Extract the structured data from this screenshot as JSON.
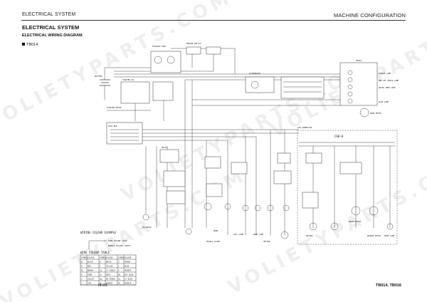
{
  "header": {
    "left": "ELECTRICAL SYSTEM",
    "right": "MACHINE CONFIGURATION"
  },
  "section_title": "ELECTRICAL SYSTEM",
  "subtitle": "ELECTRICAL WIRING DIAGRAM",
  "model_label": "TB014",
  "footer": {
    "page": "III-03",
    "models": "TB014, TB016"
  },
  "watermark": "VOLIETYPARTS.COM",
  "diagram": {
    "battery": "BATTERY",
    "starter": "STARTER SW",
    "fuse_box": "FUSE BOX",
    "starter_motor": "STARTER MOTOR",
    "fusible_link": "FUSIBLE LINK",
    "engine_switch": "ENGINE SWITCH",
    "alternator": "ALTERNATOR",
    "charge_lamp": "CHARGE LAMP",
    "oil_press_lamp": "ENG OIL PRESS LAMP",
    "water_temp_lamp": "WATER TEMP LAMP",
    "glow_lamp": "GLOW LAMP",
    "hour_meter": "HOUR METER",
    "cab": "CAB-B",
    "cab_connector": "CAB CONNECTOR",
    "horn": "HORN",
    "travel_alarm": "TRAVEL ALARM",
    "tail_lamp": "TAIL LAMP",
    "work_lamp": "WORK LAMP",
    "wiper_motor": "WIPER MOTOR",
    "washer_motor": "WASHER MOTOR",
    "heater": "HEATER",
    "room_lamp": "ROOM LAMP",
    "relay": "RELAY",
    "solenoid": "SOLENOID",
    "option": "OPTION",
    "marker": "TB014"
  },
  "legend": {
    "title": "WIRING COLOUR EXAMPLE",
    "example_1": "WIRE COLOUR: BLUE",
    "example_2": "MARKED COLOUR: WHITE",
    "table_title": "WIRE COLOUR TABLE",
    "headers": [
      "SYMBOL",
      "COLOUR",
      "SYMBOL",
      "COLOUR",
      "SYMBOL",
      "COLOUR"
    ],
    "rows": [
      [
        "B",
        "BLACK",
        "W",
        "WHITE",
        "G",
        "GREEN"
      ],
      [
        "R",
        "RED",
        "Y",
        "YELLOW",
        "L",
        "BLUE"
      ],
      [
        "Br",
        "BROWN",
        "Lg",
        "LT GREEN",
        "O",
        "ORANGE"
      ],
      [
        "P",
        "PINK",
        "Gr",
        "GRAY",
        "Sb",
        "SKY BLUE"
      ],
      [
        "V",
        "VIOLET",
        "Dg",
        "DK GREEN",
        "Lb",
        "LT BLUE"
      ],
      [
        "T",
        "TAN",
        "Ch",
        "CHERRY",
        "Pu",
        "PURPLE"
      ]
    ]
  }
}
